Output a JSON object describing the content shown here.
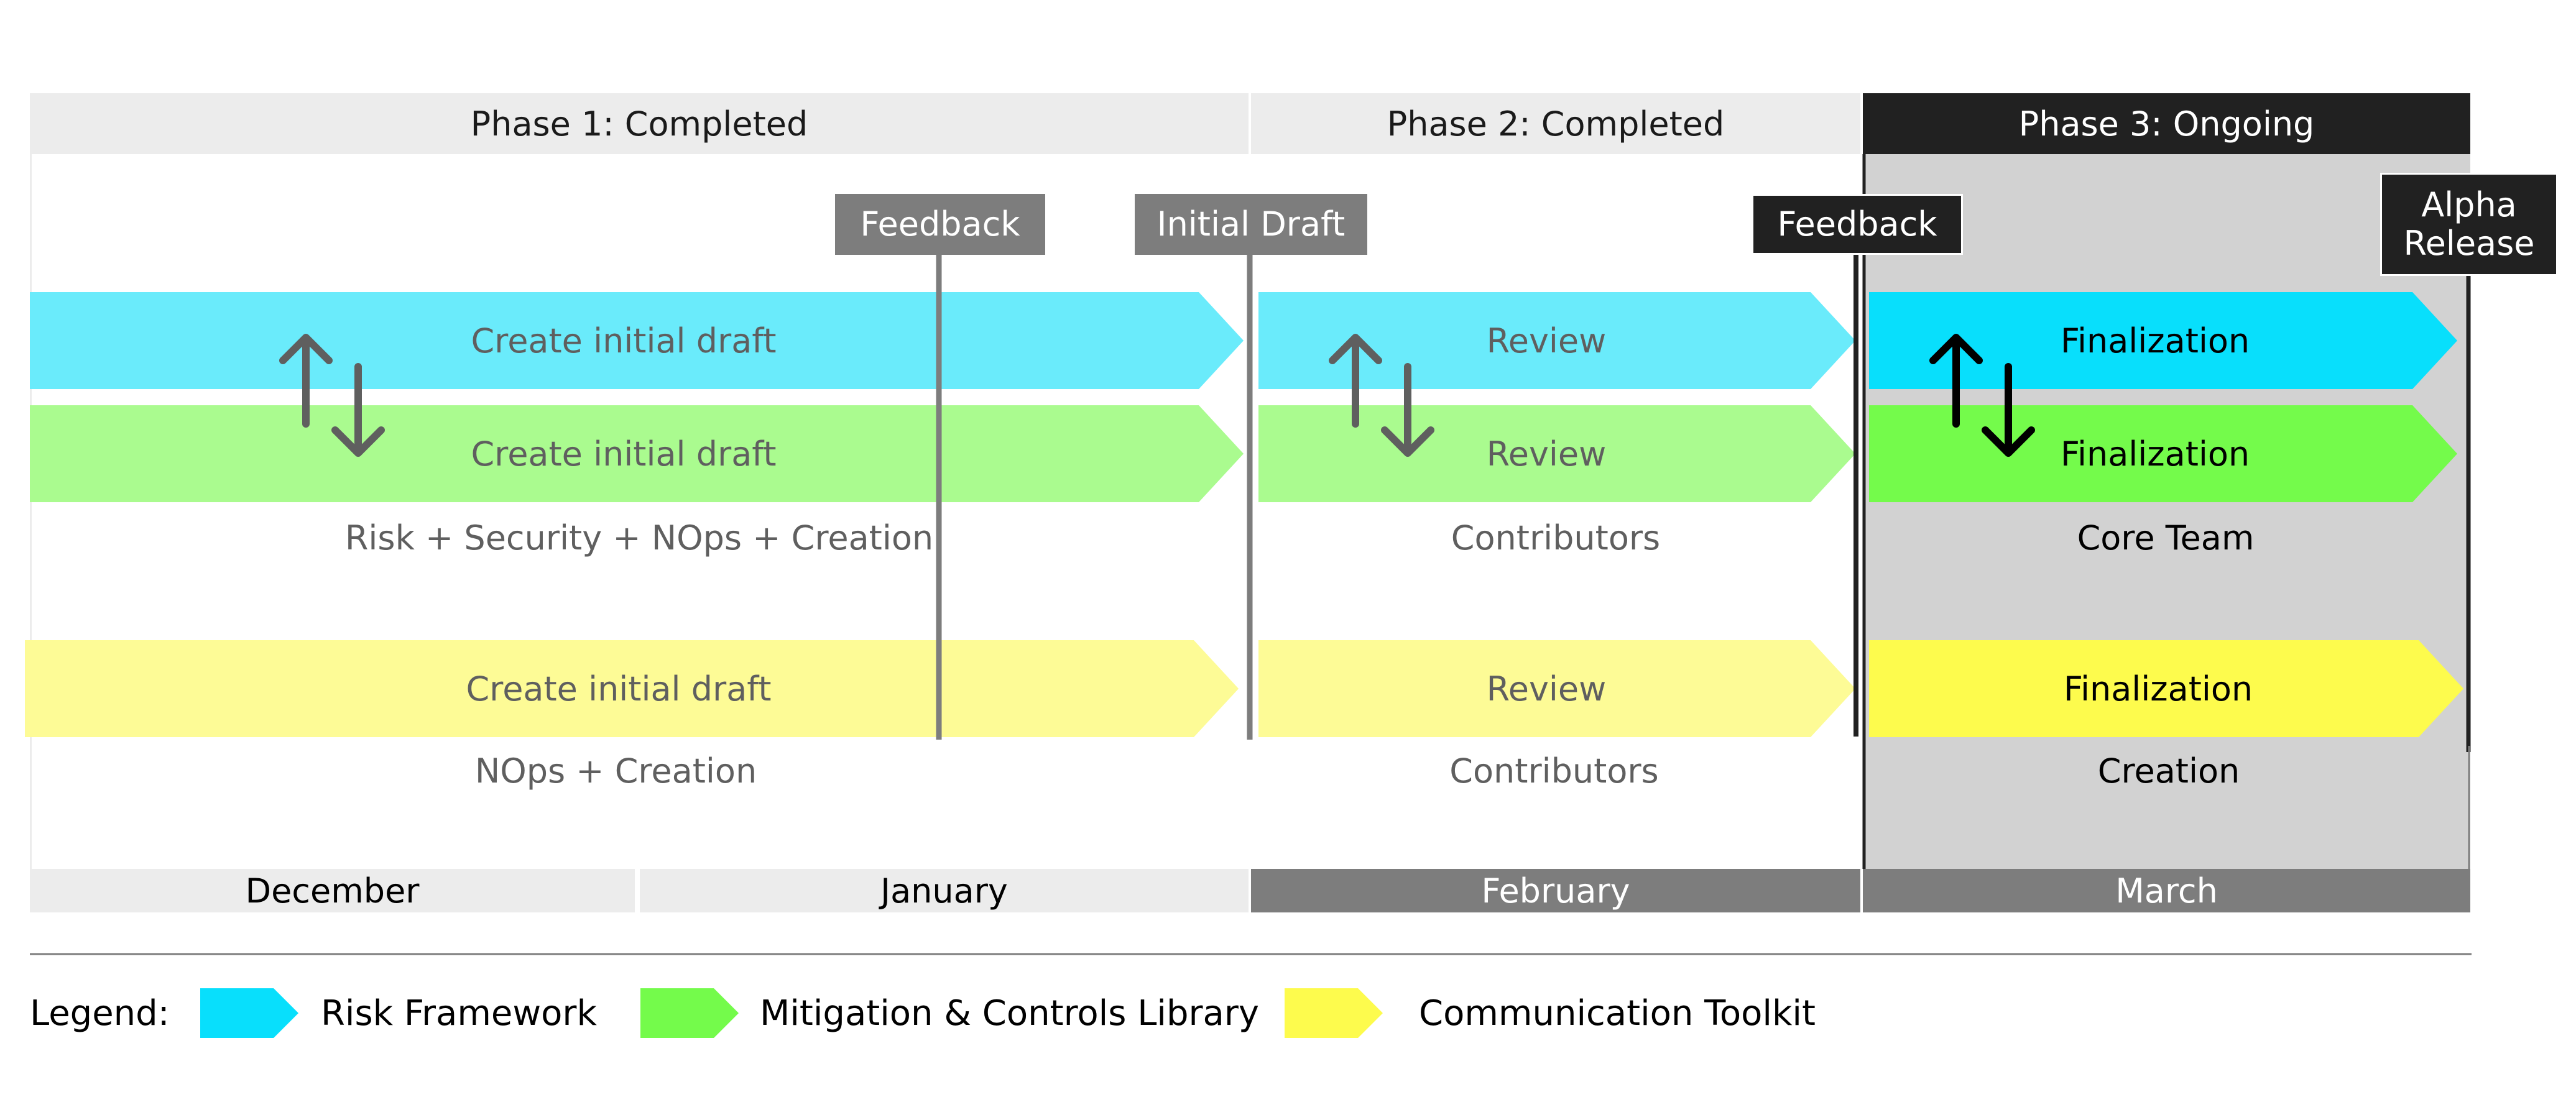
{
  "phases": [
    {
      "label": "Phase 1: Completed"
    },
    {
      "label": "Phase 2: Completed"
    },
    {
      "label": "Phase 3: Ongoing"
    }
  ],
  "milestones": [
    {
      "label": "Feedback"
    },
    {
      "label": "Initial Draft"
    },
    {
      "label": "Feedback"
    },
    {
      "label": "Alpha\nRelease"
    }
  ],
  "tasks": {
    "phase1": {
      "risk": "Create initial draft",
      "mitigation": "Create initial draft",
      "comm": "Create initial draft"
    },
    "phase2": {
      "risk": "Review",
      "mitigation": "Review",
      "comm": "Review"
    },
    "phase3": {
      "risk": "Finalization",
      "mitigation": "Finalization",
      "comm": "Finalization"
    }
  },
  "teams": {
    "phase1_top": "Risk + Security + NOps + Creation",
    "phase1_bottom": "NOps + Creation",
    "phase2_top": "Contributors",
    "phase2_bottom": "Contributors",
    "phase3_top": "Core Team",
    "phase3_bottom": "Creation"
  },
  "months": [
    {
      "label": "December"
    },
    {
      "label": "January"
    },
    {
      "label": "February"
    },
    {
      "label": "March"
    }
  ],
  "legend": {
    "title": "Legend:",
    "items": [
      {
        "label": "Risk Framework"
      },
      {
        "label": "Mitigation & Controls Library"
      },
      {
        "label": "Communication Toolkit"
      }
    ]
  },
  "colors": {
    "risk_light": "#6aebfb",
    "risk_bright": "#08dffc",
    "mitigation_light": "#aafb8f",
    "mitigation_bright": "#74fb4b",
    "comm_light": "#fdfb96",
    "comm_bright": "#fdfb4d",
    "header_gray": "#ececec",
    "dark": "#212121",
    "mid_gray": "#7d7d7d",
    "phase3_bg": "#d2d2d2",
    "muted_text": "#5f5f5f"
  }
}
